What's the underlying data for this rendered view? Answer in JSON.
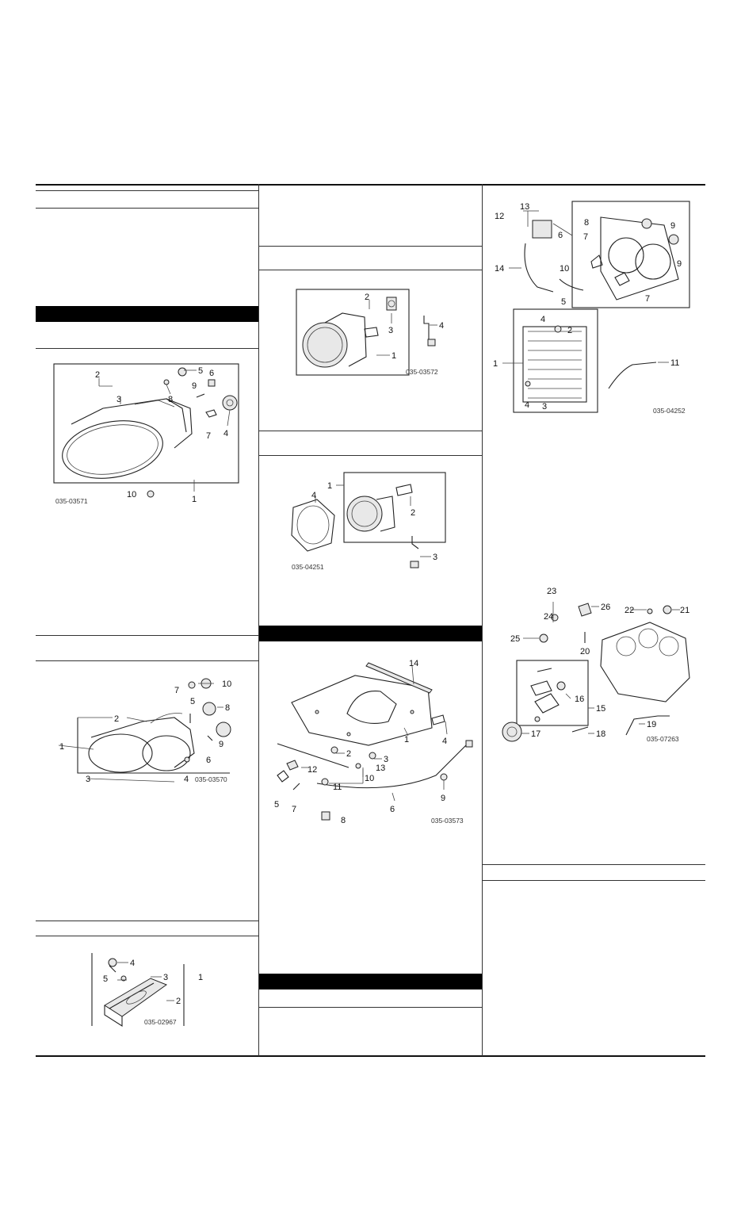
{
  "figures": {
    "headlamp": {
      "code": "035-03571",
      "callouts": [
        "1",
        "2",
        "3",
        "4",
        "5",
        "6",
        "7",
        "8",
        "9",
        "10"
      ]
    },
    "fog_lamp": {
      "code": "035-03572",
      "callouts": [
        "1",
        "2",
        "3",
        "4"
      ]
    },
    "driving_lamp": {
      "code": "035-04251",
      "callouts": [
        "1",
        "2",
        "3",
        "4"
      ]
    },
    "radiator": {
      "code": "035-04252",
      "callouts": [
        "1",
        "2",
        "3",
        "4",
        "5",
        "6",
        "7",
        "8",
        "9",
        "10",
        "11",
        "12",
        "13",
        "14"
      ]
    },
    "tail_lamp": {
      "code": "035-03570",
      "callouts": [
        "1",
        "2",
        "3",
        "4",
        "5",
        "6",
        "7",
        "8",
        "9",
        "10"
      ]
    },
    "hood": {
      "code": "035-03573",
      "callouts": [
        "1",
        "2",
        "3",
        "4",
        "5",
        "6",
        "7",
        "8",
        "9",
        "10",
        "11",
        "12",
        "13",
        "14"
      ]
    },
    "engine_parts": {
      "code": "035-07263",
      "callouts": [
        "15",
        "16",
        "17",
        "18",
        "19",
        "20",
        "21",
        "22",
        "23",
        "24",
        "25",
        "26"
      ]
    },
    "license_lamp": {
      "code": "035-02967",
      "callouts": [
        "1",
        "2",
        "3",
        "4",
        "5"
      ]
    }
  }
}
